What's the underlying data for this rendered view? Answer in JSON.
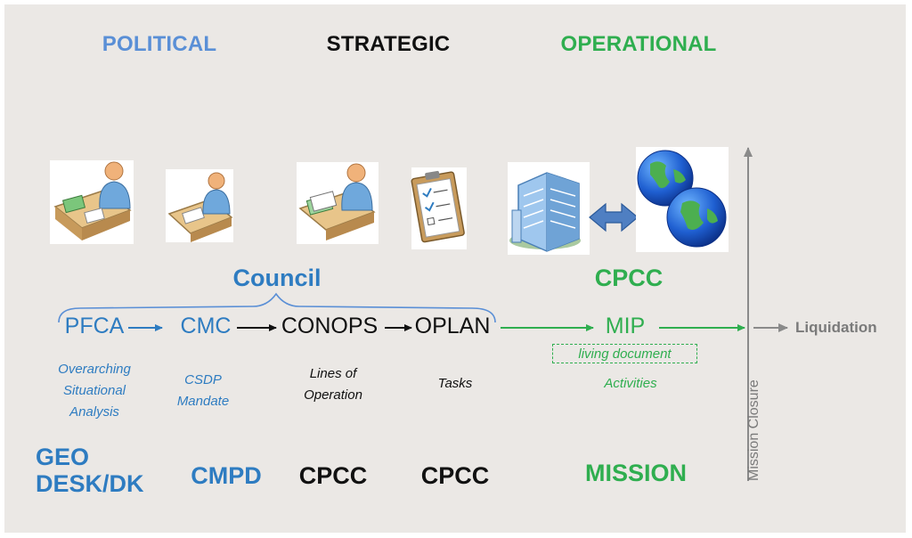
{
  "colors": {
    "blue": "#2e7cc1",
    "black": "#111111",
    "green": "#2fae4f",
    "grey": "#8a8a8a",
    "background": "#ebe8e5"
  },
  "phases": {
    "political": "POLITICAL",
    "strategic": "STRATEGIC",
    "operational": "OPERATIONAL"
  },
  "icons": {
    "icon1": "person-at-desk-icon",
    "icon2": "person-writing-icon",
    "icon3": "person-with-documents-icon",
    "icon4": "clipboard-checklist-icon",
    "icon5": "office-building-icon",
    "icon6": "double-arrow-icon",
    "icon7": "globe-icon"
  },
  "groups": {
    "council": "Council",
    "cpcc": "CPCC"
  },
  "stages": {
    "pfca": "PFCA",
    "cmc": "CMC",
    "conops": "CONOPS",
    "oplan": "OPLAN",
    "mip": "MIP",
    "liquidation": "Liquidation"
  },
  "descriptions": {
    "pfca_line1": "Overarching",
    "pfca_line2": "Situational",
    "pfca_line3": "Analysis",
    "cmc_line1": "CSDP",
    "cmc_line2": "Mandate",
    "conops_line1": "Lines of",
    "conops_line2": "Operation",
    "oplan_line1": "Tasks",
    "mip_box": "living document",
    "mip_line1": "Activities"
  },
  "mission_closure": "Mission Closure",
  "actors": {
    "geo_line1": "GEO",
    "geo_line2": "DESK/DK",
    "cmpd": "CMPD",
    "cpcc1": "CPCC",
    "cpcc2": "CPCC",
    "mission": "MISSION"
  }
}
